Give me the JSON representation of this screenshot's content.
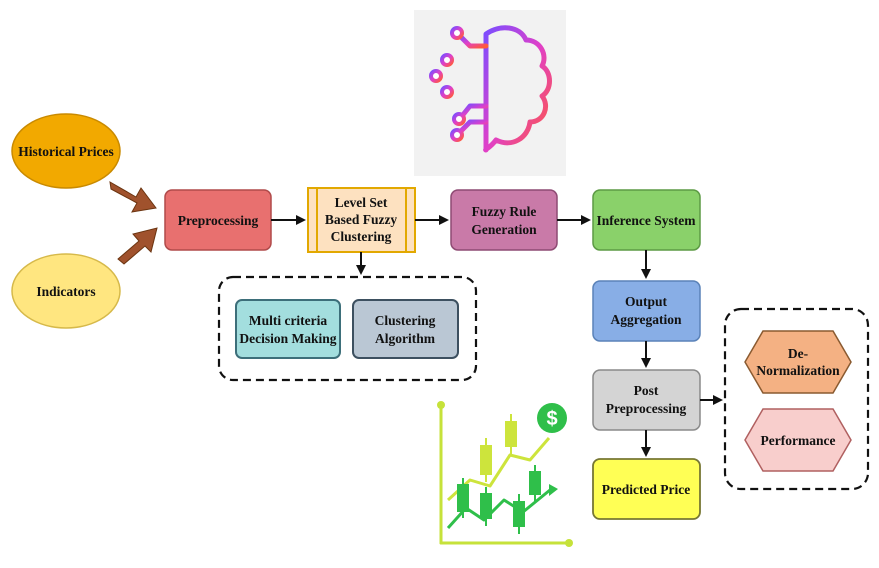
{
  "nodes": {
    "historical_prices": "Historical Prices",
    "indicators": "Indicators",
    "preprocessing": "Preprocessing",
    "level_set": [
      "Level Set",
      "Based Fuzzy",
      "Clustering"
    ],
    "fuzzy_rule": [
      "Fuzzy Rule",
      "Generation"
    ],
    "inference": "Inference System",
    "output_agg": [
      "Output",
      "Aggregation"
    ],
    "post_pre": [
      "Post",
      "Preprocessing"
    ],
    "predicted": "Predicted Price",
    "mcdm": [
      "Multi criteria",
      "Decision Making"
    ],
    "clustering_alg": [
      "Clustering",
      "Algorithm"
    ],
    "denorm": [
      "De-",
      "Normalization"
    ],
    "performance": "Performance"
  },
  "icons": {
    "brain": "circuit-brain-icon",
    "chart": "candlestick-growth-chart-icon",
    "dollar_symbol": "$"
  },
  "colors": {
    "historical": "#f2a900",
    "indicators": "#ffe680",
    "preprocessing": "#e8706f",
    "level_set": "#fde1c0",
    "fuzzy_rule": "#c97aa8",
    "inference": "#8ad16a",
    "output_agg": "#88aee6",
    "post_pre": "#d4d4d4",
    "predicted": "#ffff55",
    "mcdm": "#a3dede",
    "clustering_alg": "#bac7d4",
    "denorm": "#f4b183",
    "performance": "#f8cecc",
    "input_arrow": "#a0522d"
  }
}
